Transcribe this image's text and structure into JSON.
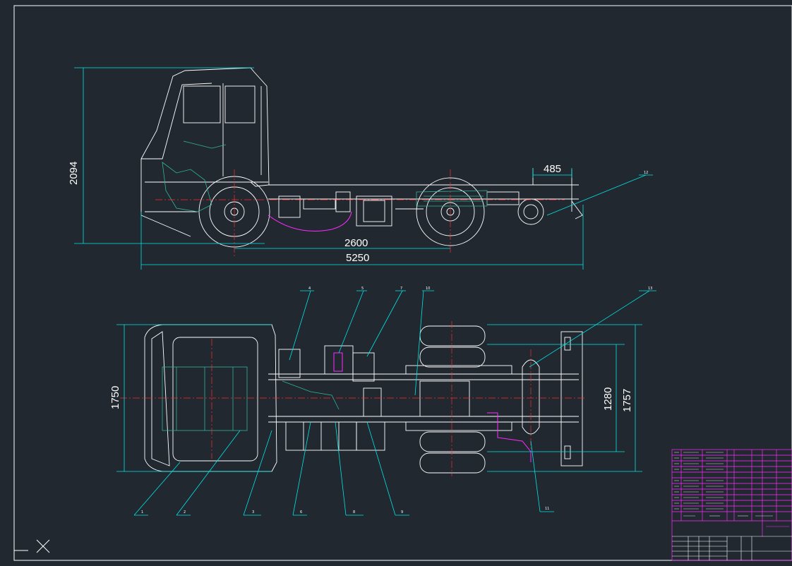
{
  "drawing": {
    "side_view": {
      "height_dim": "2094",
      "rear_overhang_dim": "485",
      "wheelbase_dim": "2600",
      "overall_length_dim": "5250"
    },
    "top_view": {
      "front_width_dim": "1750",
      "frame_width_dim": "1280",
      "rear_width_dim": "1757"
    },
    "balloon_labels": [
      "1",
      "2",
      "3",
      "4",
      "5",
      "6",
      "7",
      "8",
      "9",
      "10",
      "11",
      "12",
      "13"
    ],
    "colors": {
      "background": "#212830",
      "outline": "#ffffff",
      "dimension": "#00e5e5",
      "centerline": "#ff2a2a",
      "component": "#2fb59a",
      "pipe": "#ff2aff",
      "table_grid": "#ff2aff",
      "frame_border": "#ffffff"
    },
    "icons": [
      "ucs-axis-icon"
    ]
  }
}
